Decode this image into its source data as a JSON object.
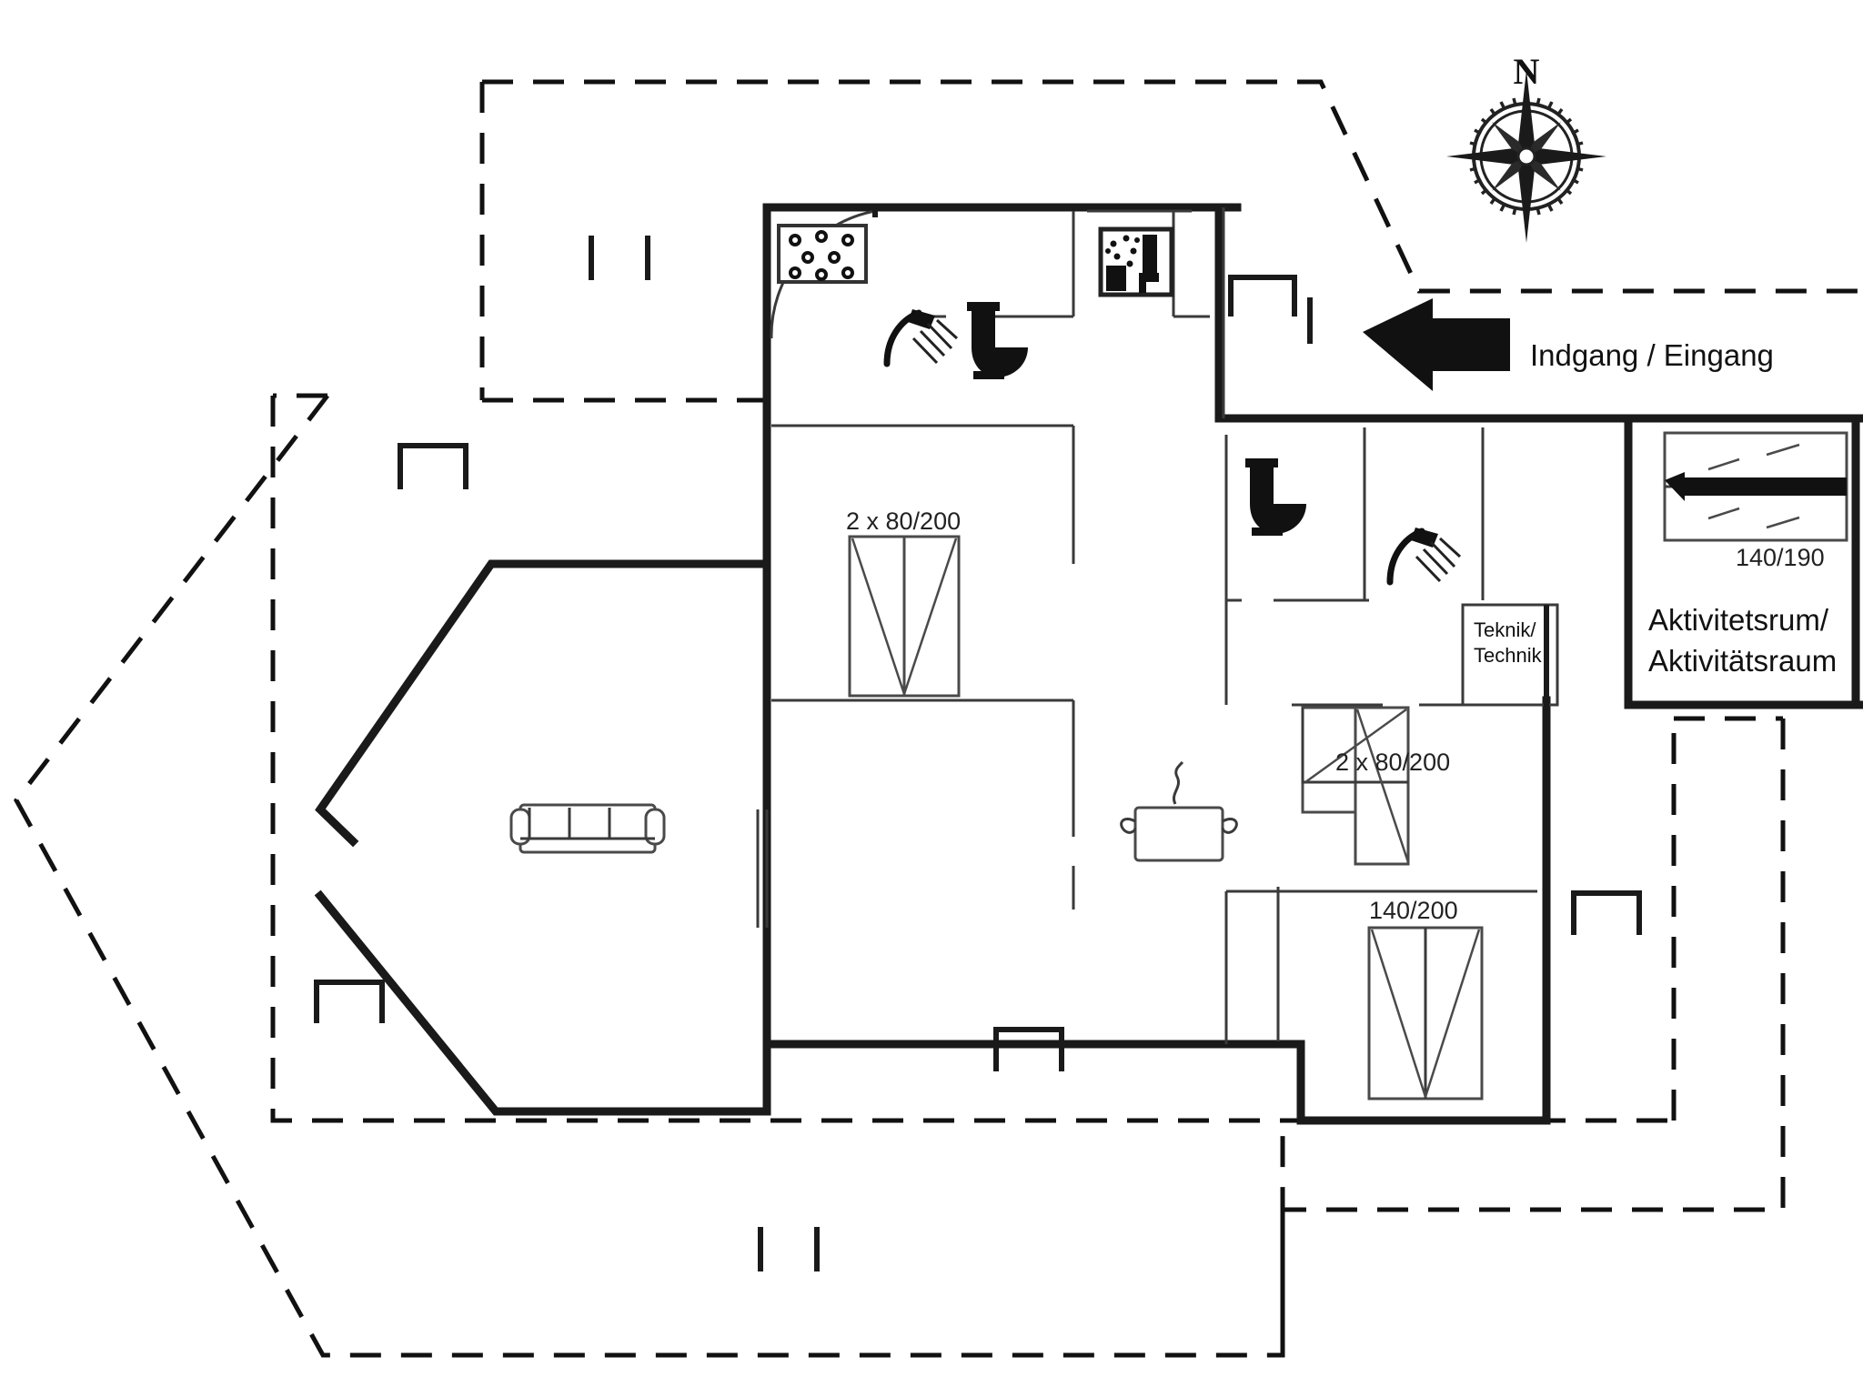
{
  "document": {
    "type": "architectural-floor-plan",
    "title": "Holiday house floor plan",
    "background_color": "#ffffff",
    "line_color": "#111111"
  },
  "compass": {
    "north_label": "N",
    "name": "compass-rose"
  },
  "entrance": {
    "label": "Indgang / Eingang",
    "arrow_direction": "left"
  },
  "rooms": [
    {
      "id": "aktivitetsrum",
      "label_line1": "Aktivitetsrum/",
      "label_line2": "Aktivitätsraum"
    },
    {
      "id": "teknik",
      "label_line1": "Teknik/",
      "label_line2": "Technik"
    }
  ],
  "bed_labels": [
    {
      "id": "bed-bunk-left",
      "text": "2 x 80/200"
    },
    {
      "id": "bed-bunk-right",
      "text": "2 x 80/200"
    },
    {
      "id": "bed-double-lower",
      "text": "140/200"
    },
    {
      "id": "bed-double-activity",
      "text": "140/190"
    }
  ],
  "icons": [
    {
      "name": "whirlpool-icon",
      "description": "whirlpool bath with jets"
    },
    {
      "name": "shower-icon-1",
      "description": "shower head"
    },
    {
      "name": "toilet-icon-1",
      "description": "toilet"
    },
    {
      "name": "sauna-icon",
      "description": "sauna with person"
    },
    {
      "name": "toilet-icon-2",
      "description": "toilet"
    },
    {
      "name": "shower-icon-2",
      "description": "shower head"
    },
    {
      "name": "sofa-icon",
      "description": "three seat sofa"
    },
    {
      "name": "cooking-pot-icon",
      "description": "pot with steam"
    },
    {
      "name": "compass-rose-icon",
      "description": "compass rose pointing north"
    },
    {
      "name": "entrance-arrow-icon",
      "description": "left pointing arrow"
    }
  ],
  "colors": {
    "wall": "#111111",
    "furniture_stroke": "#4a4a4a",
    "text": "#222222"
  }
}
